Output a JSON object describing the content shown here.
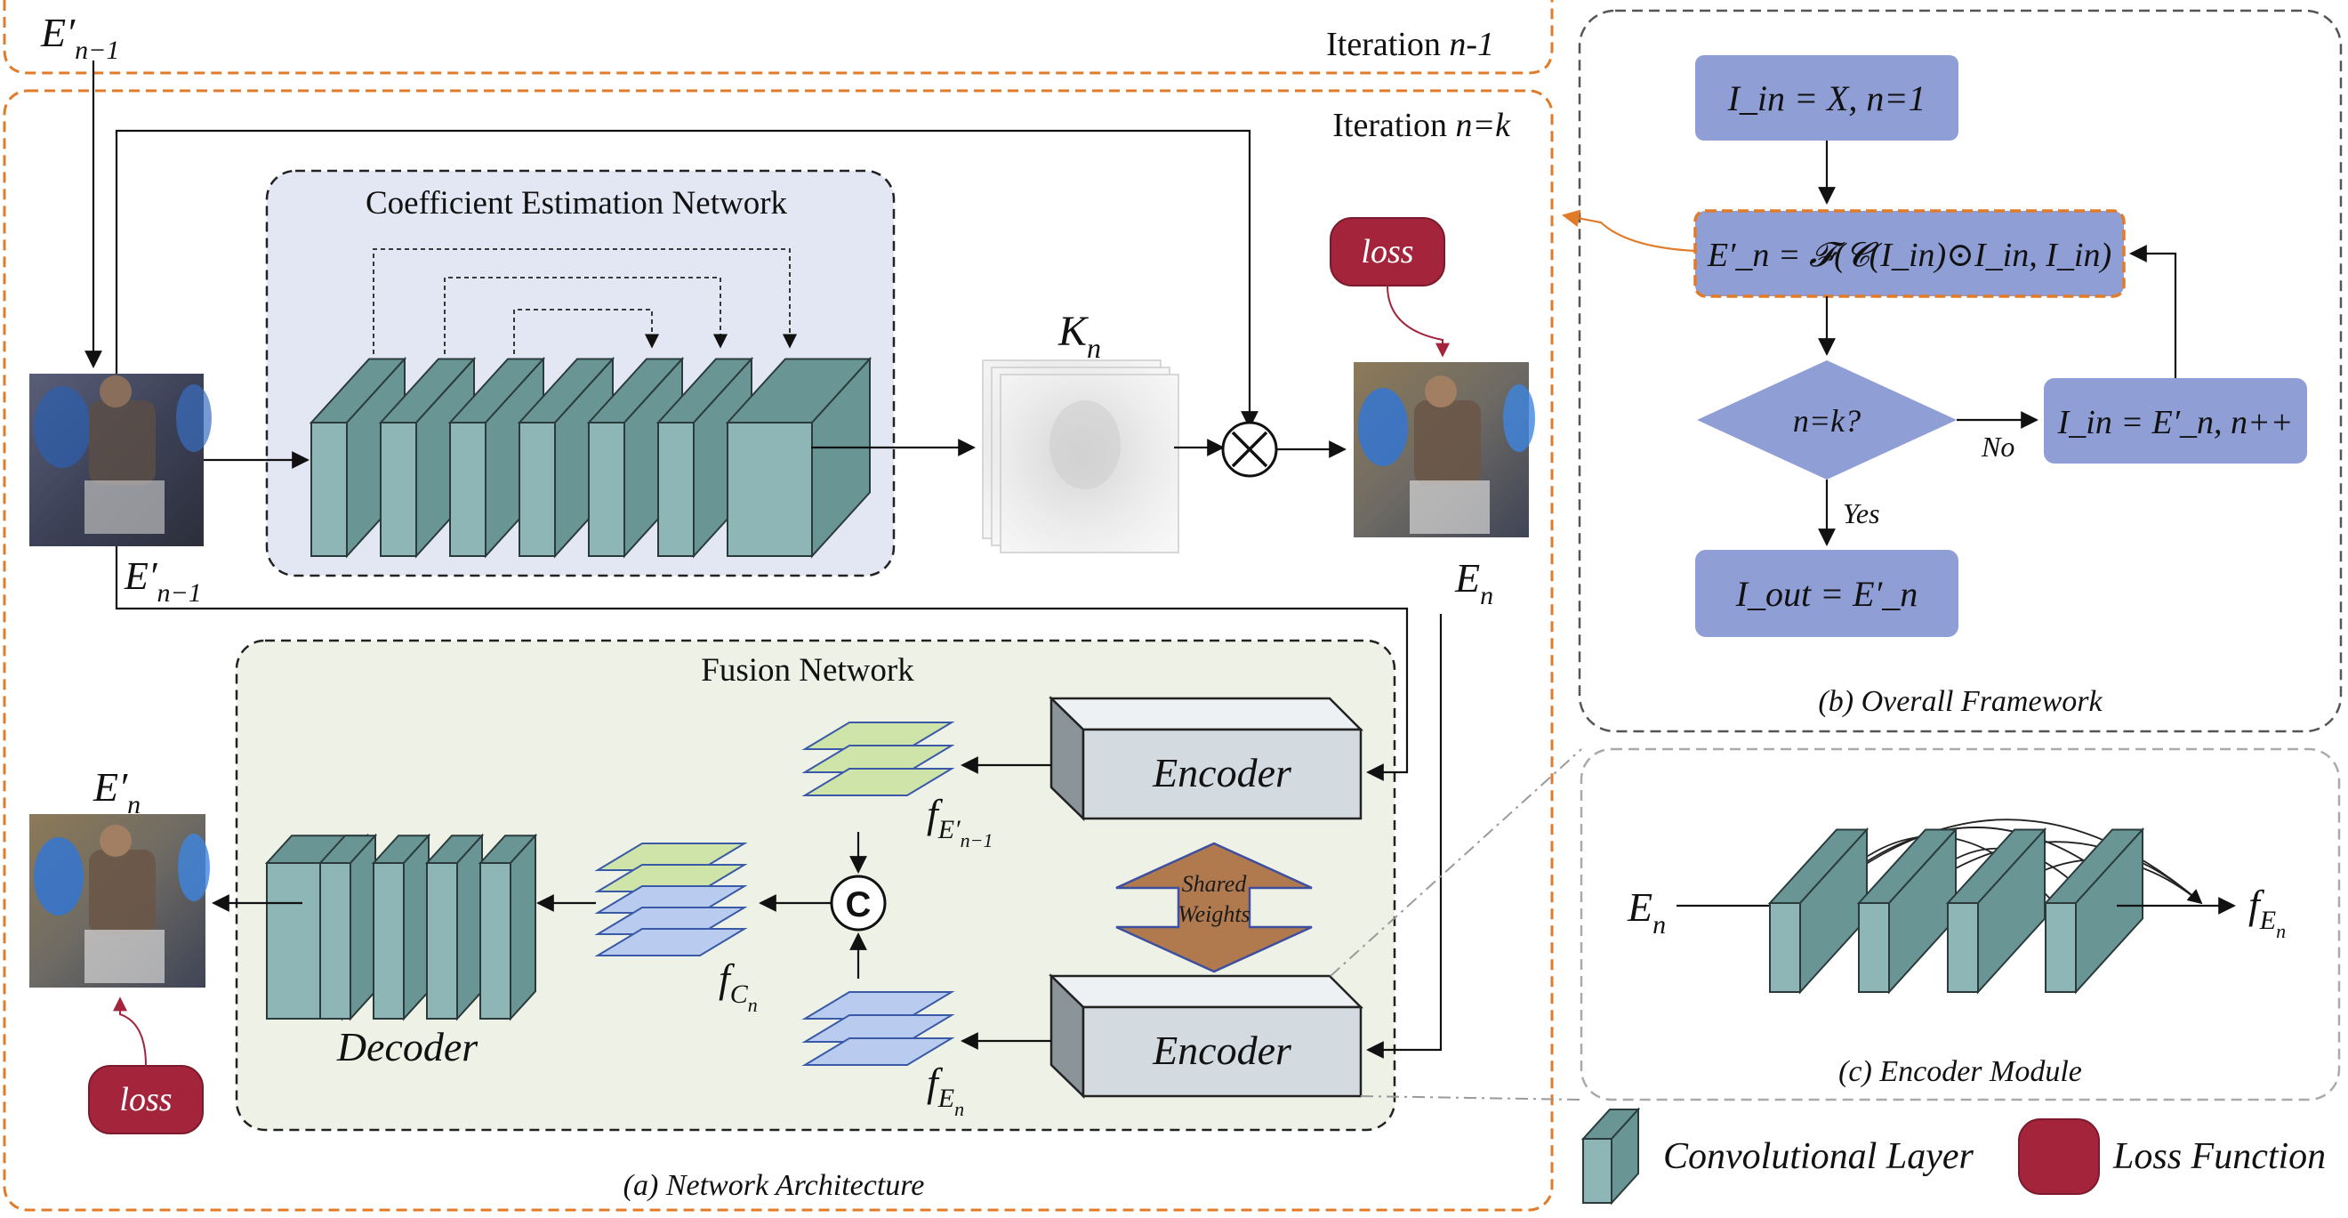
{
  "colors": {
    "iteration_border": "#e07b2a",
    "panel_border": "#555555",
    "flow_box": "#8f9fd6",
    "coef_bg": "#e3e7f3",
    "fusion_bg": "#eef2e6",
    "conv_front": "#8fb6b6",
    "conv_side": "#6a9595",
    "encoder_front": "#d3dbe0",
    "shared_weights": "#b07a4e",
    "loss": "#a3243b",
    "feat_green": "#cfe4a9",
    "feat_blue": "#b9cbef"
  },
  "iteration_prev": {
    "prefix": "Iteration ",
    "n": "n-1"
  },
  "iteration_cur": {
    "prefix": "Iteration ",
    "n": "n=k"
  },
  "coef_net": {
    "title": "Coefficient Estimation Network"
  },
  "fusion_net": {
    "title": "Fusion Network"
  },
  "labels": {
    "e_prime_top": "E′",
    "e_prime_top_sub": "n−1",
    "e_prime_mid": "E′",
    "e_prime_mid_sub": "n−1",
    "k_n": "K",
    "k_n_sub": "n",
    "e_n": "E",
    "e_n_sub": "n",
    "e_prime_out": "E′",
    "e_prime_out_sub": "n",
    "f_e_prime": "f",
    "f_e_prime_sub": "E′",
    "f_e_prime_subsub": "n−1",
    "f_c": "f",
    "f_c_sub": "C",
    "f_c_subsub": "n",
    "f_e": "f",
    "f_e_sub": "E",
    "f_e_subsub": "n",
    "concat": "C",
    "multiply": "⊗"
  },
  "encoder_top": "Encoder",
  "encoder_bottom": "Encoder",
  "decoder": "Decoder",
  "shared_weights": [
    "Shared",
    "Weights"
  ],
  "loss_label": "loss",
  "panel_a_caption": "(a) Network Architecture",
  "panel_b_caption": "(b) Overall Framework",
  "panel_c_caption": "(c) Encoder Module",
  "flow": {
    "start": "I_in = X, n=1",
    "step": "E′_n = 𝓕(𝓒(I_in)⊙I_in, I_in)",
    "decision": "n=k?",
    "no_label": "No",
    "yes_label": "Yes",
    "update": "I_in = E′_n, n++",
    "out": "I_out = E′_n"
  },
  "encoder_module": {
    "input": "E",
    "input_sub": "n",
    "output": "f",
    "output_sub": "E",
    "output_subsub": "n"
  },
  "legend": {
    "conv": "Convolutional Layer",
    "loss": "Loss Function"
  }
}
